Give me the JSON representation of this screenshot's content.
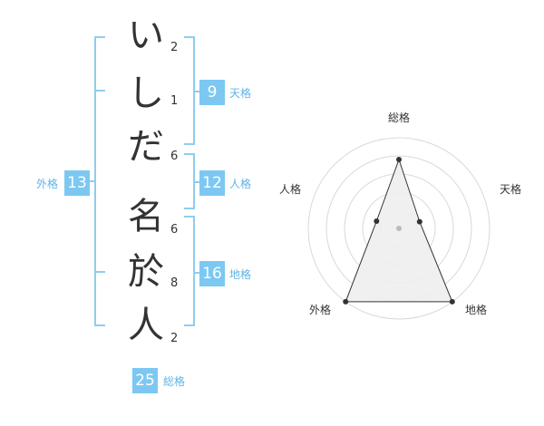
{
  "name": {
    "chars": [
      "い",
      "し",
      "だ",
      "名",
      "於",
      "人"
    ],
    "strokes": [
      "2",
      "1",
      "6",
      "6",
      "8",
      "2"
    ]
  },
  "fortunes": {
    "tenkaku": {
      "label": "天格",
      "value": "9"
    },
    "jinkaku": {
      "label": "人格",
      "value": "12"
    },
    "chikaku": {
      "label": "地格",
      "value": "16"
    },
    "gaikaku": {
      "label": "外格",
      "value": "13"
    },
    "soukaku": {
      "label": "総格",
      "value": "25"
    }
  },
  "radar": {
    "axes": [
      "総格",
      "天格",
      "地格",
      "外格",
      "人格"
    ],
    "values": [
      0.76,
      0.24,
      1.0,
      1.0,
      0.26
    ],
    "colors": {
      "fill": "#eeeeee",
      "stroke": "#333333",
      "grid": "#d9d9d9"
    }
  }
}
